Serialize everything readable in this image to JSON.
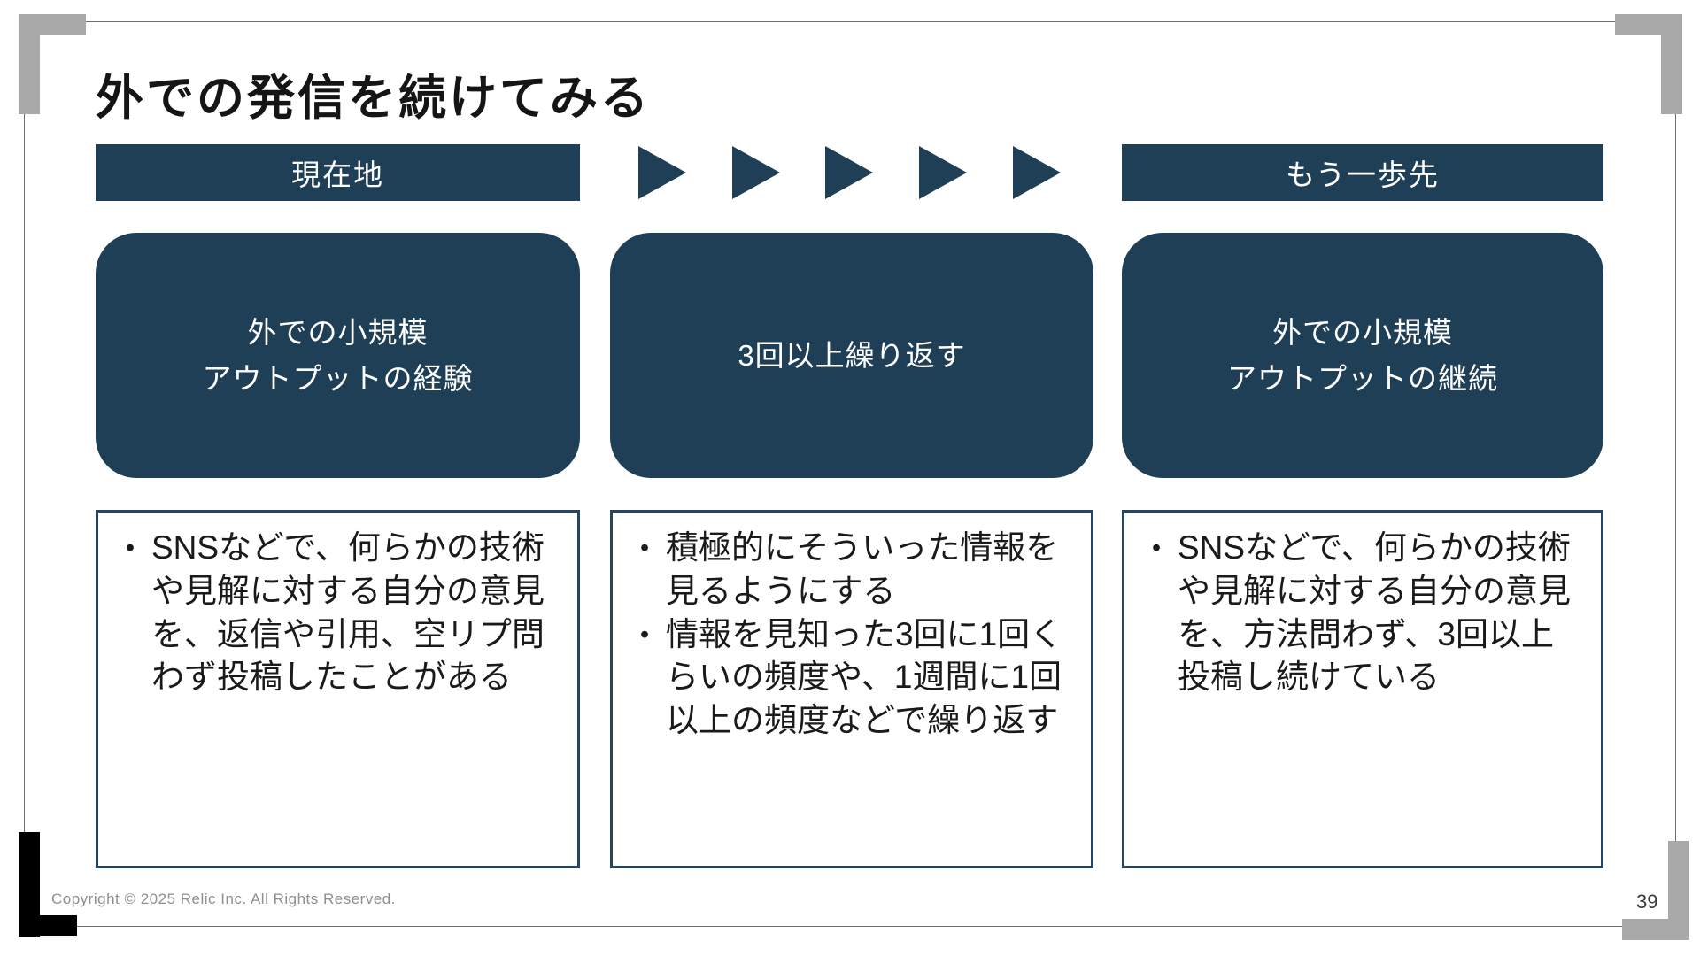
{
  "slide": {
    "title": "外での発信を続けてみる",
    "header": {
      "left_label": "現在地",
      "right_label": "もう一歩先",
      "arrow_icon": "right-triangle",
      "arrow_count": 5
    },
    "stages": [
      {
        "box_label": "外での小規模\nアウトプットの経験",
        "bullets": [
          "SNSなどで、何らかの技術や見解に対する自分の意見を、返信や引用、空リプ問わず投稿したことがある"
        ]
      },
      {
        "box_label": "3回以上繰り返す",
        "bullets": [
          "積極的にそういった情報を見るようにする",
          "情報を見知った3回に1回くらいの頻度や、1週間に1回以上の頻度などで繰り返す"
        ]
      },
      {
        "box_label": "外での小規模\nアウトプットの継続",
        "bullets": [
          "SNSなどで、何らかの技術や見解に対する自分の意見を、方法問わず、3回以上投稿し続けている"
        ]
      }
    ],
    "bullet_marker": "•",
    "footer": {
      "copyright": "Copyright © 2025 Relic Inc. All Rights Reserved.",
      "page_number": "39"
    },
    "colors": {
      "navy": "#1e3f56",
      "detail_border": "#26455e",
      "bracket_gray": "#a9a9a9",
      "bracket_black": "#000000",
      "footer_gray": "#8f8f8f",
      "title_black": "#151515"
    }
  }
}
